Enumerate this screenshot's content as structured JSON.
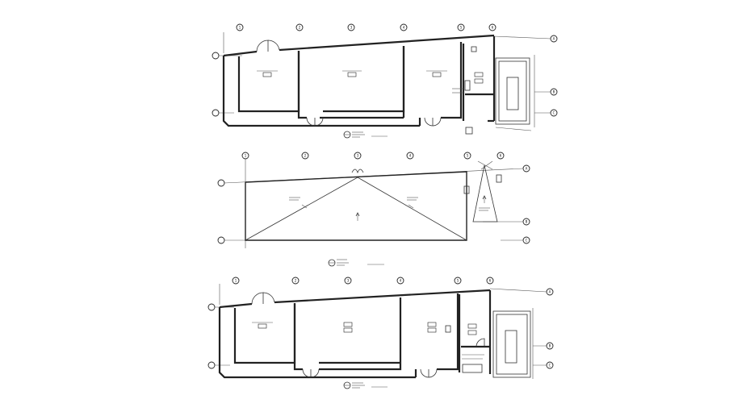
{
  "drawing": {
    "plans": [
      {
        "id": "plan-top",
        "grid_labels_top": [
          "1",
          "2",
          "3",
          "4",
          "5",
          "6"
        ],
        "grid_labels_side": [
          "A",
          "B",
          "C"
        ]
      },
      {
        "id": "plan-roof",
        "grid_labels_top": [
          "1",
          "2",
          "3",
          "4",
          "5",
          "6"
        ],
        "grid_labels_side": [
          "A",
          "B",
          "C"
        ]
      },
      {
        "id": "plan-bottom",
        "grid_labels_top": [
          "1",
          "2",
          "3",
          "4",
          "5",
          "6"
        ],
        "grid_labels_side": [
          "A",
          "B",
          "C"
        ]
      }
    ]
  },
  "colors": {
    "ink": "#222222",
    "paper": "#ffffff"
  }
}
